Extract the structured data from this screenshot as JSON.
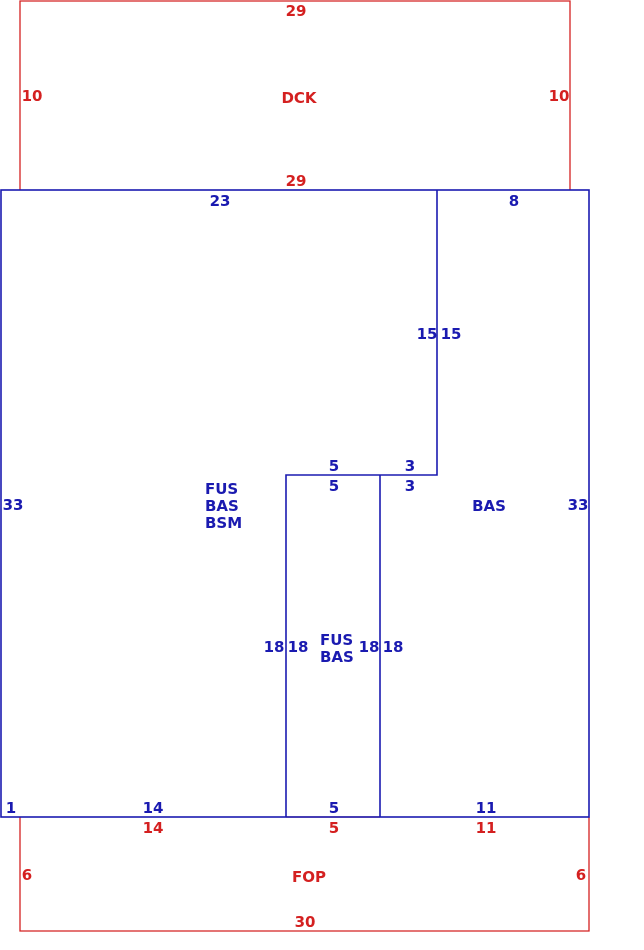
{
  "colors": {
    "exterior": "#d42020",
    "main": "#1a1ab0"
  },
  "deck": {
    "name": "DCK",
    "top": "29",
    "bottom": "29",
    "left": "10",
    "right": "10"
  },
  "main": {
    "areas": {
      "left": [
        "FUS",
        "BAS",
        "BSM"
      ],
      "center": [
        "FUS",
        "BAS"
      ],
      "right": "BAS"
    },
    "dims": {
      "top_left": "23",
      "top_right": "8",
      "left_side": "33",
      "right_side": "33",
      "notch_left": "15",
      "notch_right": "15",
      "inner_top_a": "5",
      "inner_top_b": "5",
      "step_a": "3",
      "step_b": "3",
      "center_left_a": "18",
      "center_left_b": "18",
      "center_right_a": "18",
      "center_right_b": "18",
      "bottom_one": "1",
      "bottom_left": "14",
      "bottom_center": "5",
      "bottom_right": "11"
    }
  },
  "porch": {
    "name": "FOP",
    "top_left": "14",
    "top_center": "5",
    "top_right": "11",
    "left": "6",
    "right": "6",
    "bottom": "30"
  }
}
